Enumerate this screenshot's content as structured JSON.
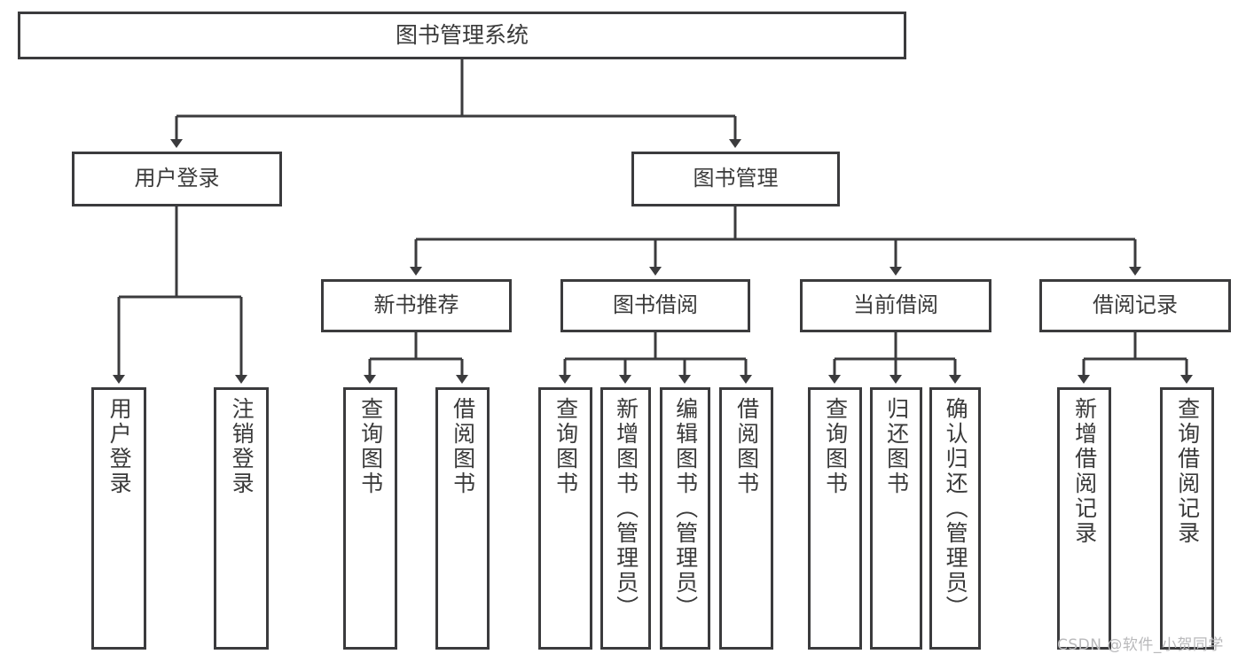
{
  "diagram": {
    "type": "tree-hierarchy",
    "title": "图书管理系统",
    "background_color": "#ffffff",
    "line_color": "#3b3b3d",
    "text_color": "#3a3a3a"
  },
  "root": {
    "label": "图书管理系统"
  },
  "level2": [
    {
      "label": "用户登录"
    },
    {
      "label": "图书管理"
    }
  ],
  "level3": [
    {
      "label": "新书推荐"
    },
    {
      "label": "图书借阅"
    },
    {
      "label": "当前借阅"
    },
    {
      "label": "借阅记录"
    }
  ],
  "leaves": {
    "user_login": [
      {
        "label": "用户登录"
      },
      {
        "label": "注销登录"
      }
    ],
    "new_book_recommend": [
      {
        "label": "查询图书"
      },
      {
        "label": "借阅图书"
      }
    ],
    "book_borrow": [
      {
        "label": "查询图书"
      },
      {
        "label": "新增图书（管理员）"
      },
      {
        "label": "编辑图书（管理员）"
      },
      {
        "label": "借阅图书"
      }
    ],
    "current_borrow": [
      {
        "label": "查询图书"
      },
      {
        "label": "归还图书"
      },
      {
        "label": "确认归还（管理员）"
      }
    ],
    "borrow_record": [
      {
        "label": "新增借阅记录"
      },
      {
        "label": "查询借阅记录"
      }
    ]
  },
  "watermark": {
    "text": "CSDN @软件_小贺同学"
  }
}
